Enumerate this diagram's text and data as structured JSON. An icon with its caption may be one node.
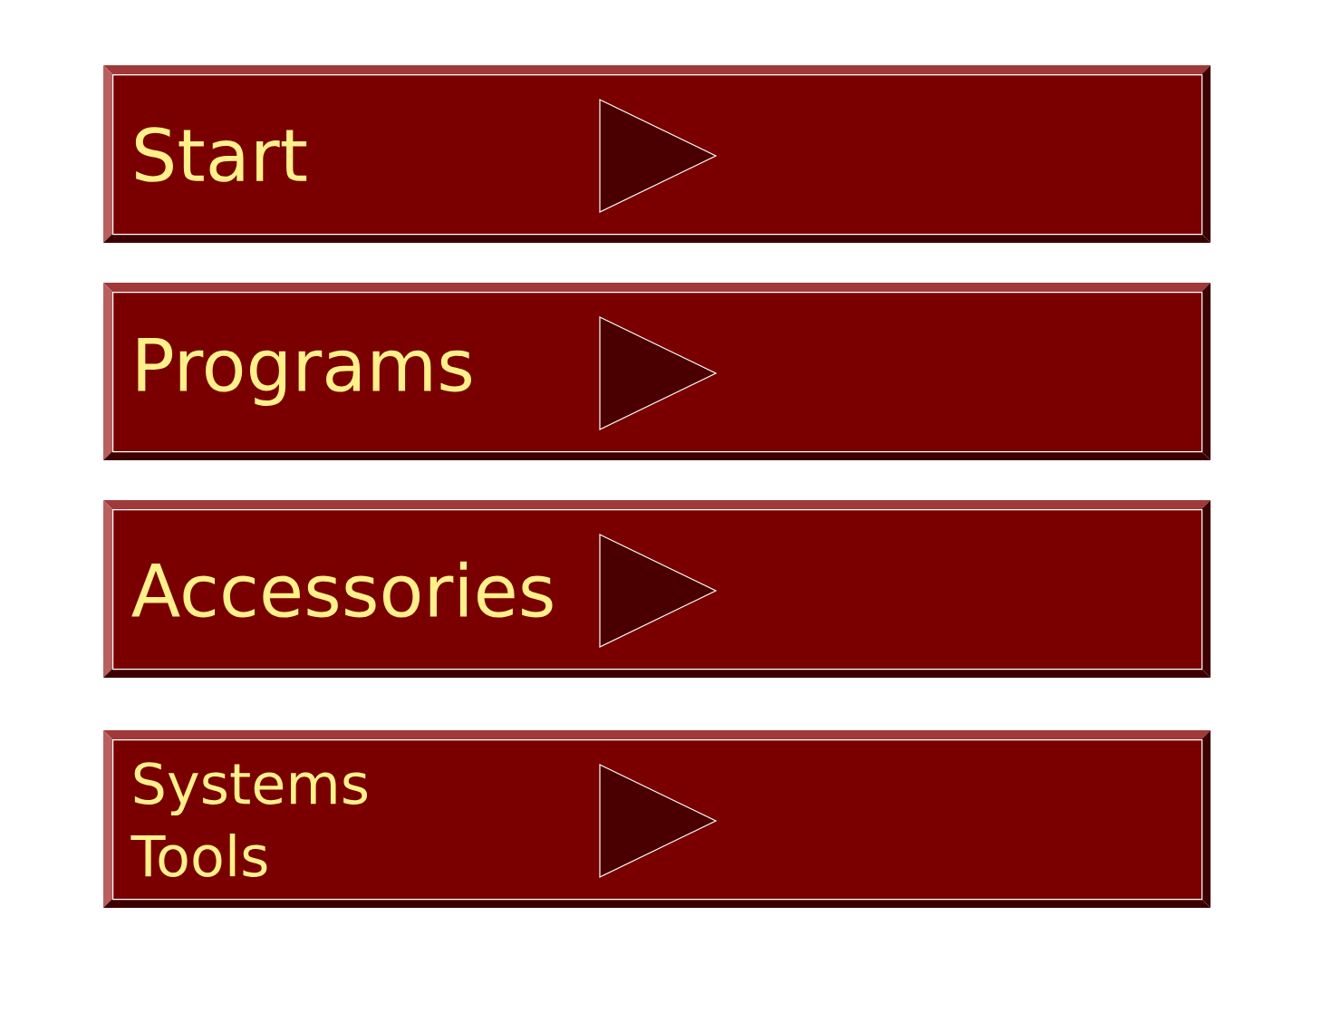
{
  "diagram": {
    "nodes": [
      {
        "text": [
          "Start"
        ]
      },
      {
        "text": [
          "Programs"
        ]
      },
      {
        "text": [
          "Accessories"
        ]
      },
      {
        "text": [
          "Systems Tools"
        ]
      }
    ]
  }
}
